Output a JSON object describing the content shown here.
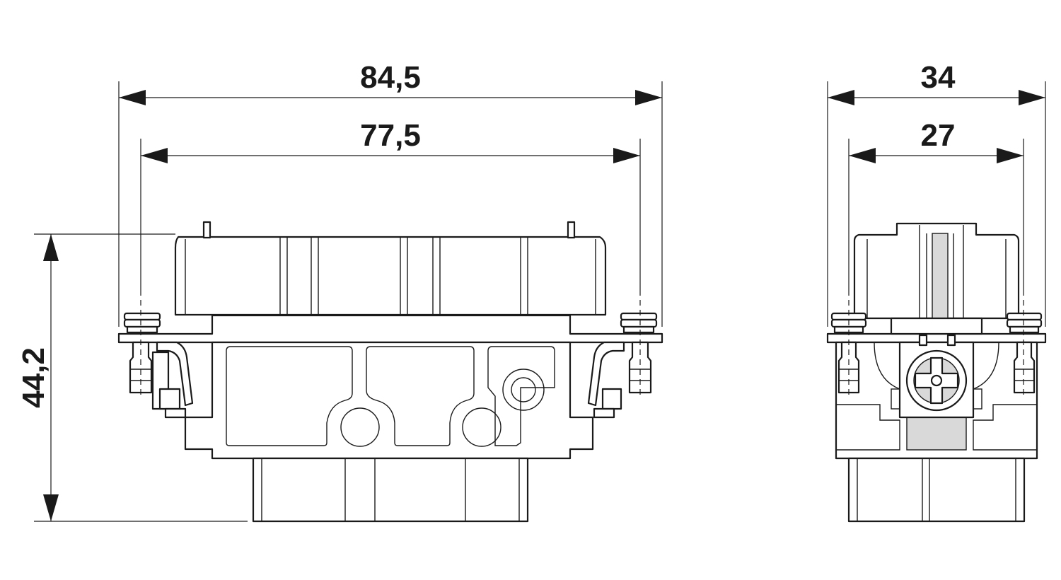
{
  "dimensions": {
    "front_overall_width": "84,5",
    "front_mount_width": "77,5",
    "front_height": "44,2",
    "side_overall_width": "34",
    "side_mount_width": "27"
  },
  "colors": {
    "line": "#1a1a1a",
    "fill": "#ffffff",
    "shade": "#d9d9d9"
  }
}
